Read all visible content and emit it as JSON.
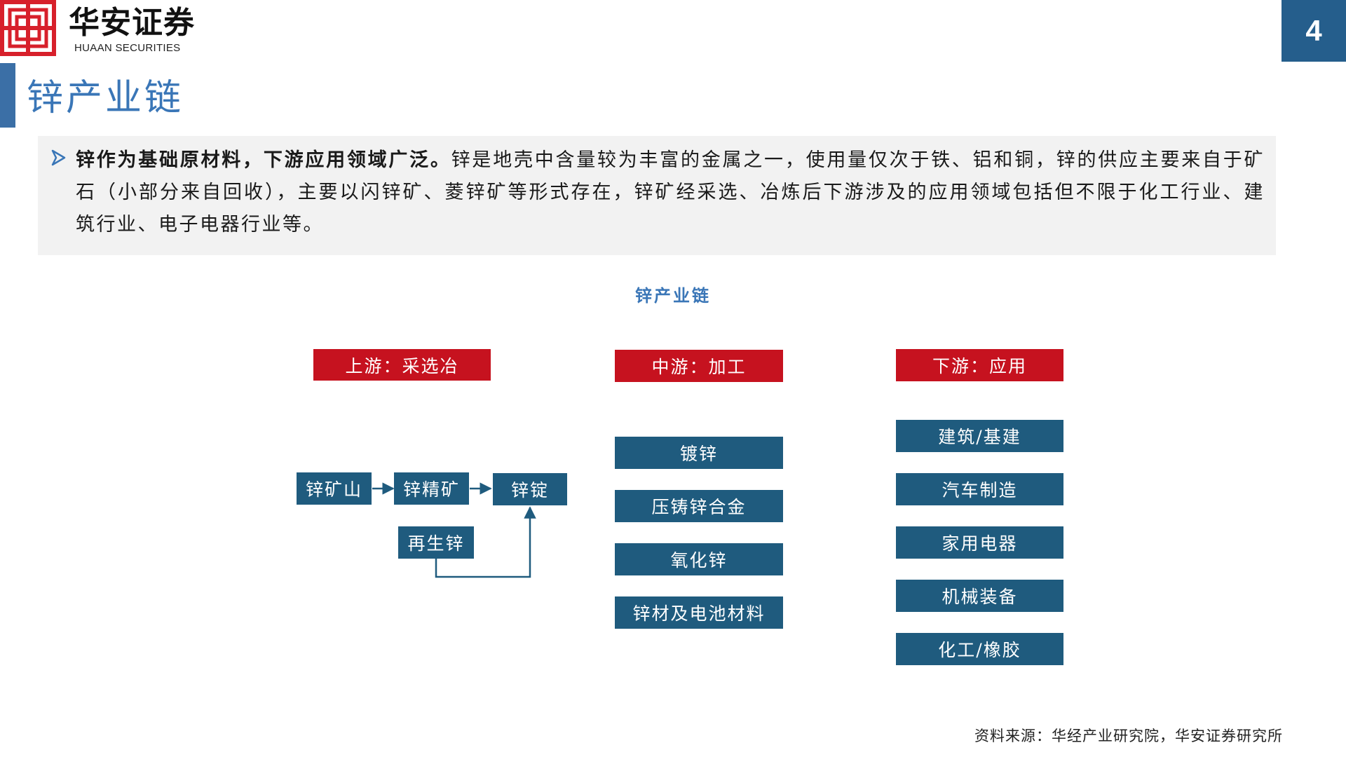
{
  "header": {
    "brand_cn": "华安证券",
    "brand_en": "HUAAN SECURITIES",
    "page_number": "4"
  },
  "title": "锌产业链",
  "summary": {
    "lead": "锌作为基础原材料，下游应用领域广泛。",
    "body": "锌是地壳中含量较为丰富的金属之一，使用量仅次于铁、铝和铜，锌的供应主要来自于矿石（小部分来自回收），主要以闪锌矿、菱锌矿等形式存在，锌矿经采选、冶炼后下游涉及的应用领域包括但不限于化工行业、建筑行业、电子电器行业等。"
  },
  "diagram": {
    "title": "锌产业链",
    "upstream": {
      "header": "上游：采选冶",
      "nodes": [
        "锌矿山",
        "锌精矿",
        "锌锭"
      ],
      "recycle": "再生锌"
    },
    "midstream": {
      "header": "中游：加工",
      "items": [
        "镀锌",
        "压铸锌合金",
        "氧化锌",
        "锌材及电池材料"
      ]
    },
    "downstream": {
      "header": "下游：应用",
      "items": [
        "建筑/基建",
        "汽车制造",
        "家用电器",
        "机械装备",
        "化工/橡胶"
      ]
    }
  },
  "source": "资料来源：华经产业研究院，华安证券研究所",
  "colors": {
    "header_red": "#c6121f",
    "node_blue": "#1f5b7e",
    "title_blue": "#3a76b7",
    "page_badge": "#255e8c"
  }
}
